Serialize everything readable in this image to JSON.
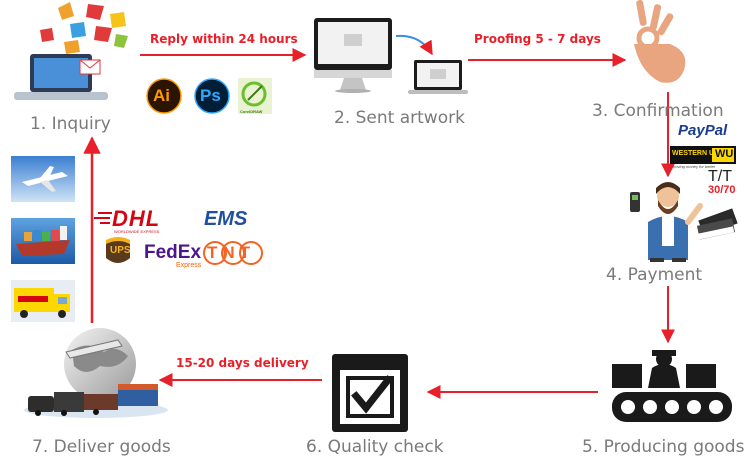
{
  "steps": [
    {
      "label": "1. Inquiry"
    },
    {
      "label": "2. Sent artwork"
    },
    {
      "label": "3. Confirmation"
    },
    {
      "label": "4. Payment"
    },
    {
      "label": "5. Producing goods"
    },
    {
      "label": "6. Quality check"
    },
    {
      "label": "7. Deliver goods"
    }
  ],
  "notes": {
    "reply": "Reply within 24 hours",
    "proofing": "Proofing 5 - 7 days",
    "delivery": "15-20 days delivery"
  },
  "software_icons": {
    "illustrator": "Ai",
    "photoshop": "Ps",
    "coreldraw": "CorelDRAW"
  },
  "payment_methods": {
    "paypal": "PayPal",
    "western_union": "WESTERN UNION",
    "western_union_mark": "WU",
    "western_union_tagline": "moving money for better",
    "tt": "T/T",
    "tt_split": "30/70"
  },
  "couriers": {
    "dhl": "DHL",
    "dhl_tagline": "WORLDWIDE EXPRESS",
    "ems": "EMS",
    "ups": "UPS",
    "fedex": "FedEx",
    "fedex_sub": "Express",
    "tnt": "TNT"
  },
  "colors": {
    "arrow": "#e8202a",
    "label": "#7a7a7a",
    "dhl_red": "#d40511",
    "ems_blue": "#1f4fa0",
    "ups_brown": "#5a3a1c",
    "ups_gold": "#f6b21b",
    "fedex_purple": "#4d148c",
    "fedex_orange": "#ff6200",
    "tnt_orange": "#f26522",
    "paypal_blue": "#1a3c8e"
  }
}
